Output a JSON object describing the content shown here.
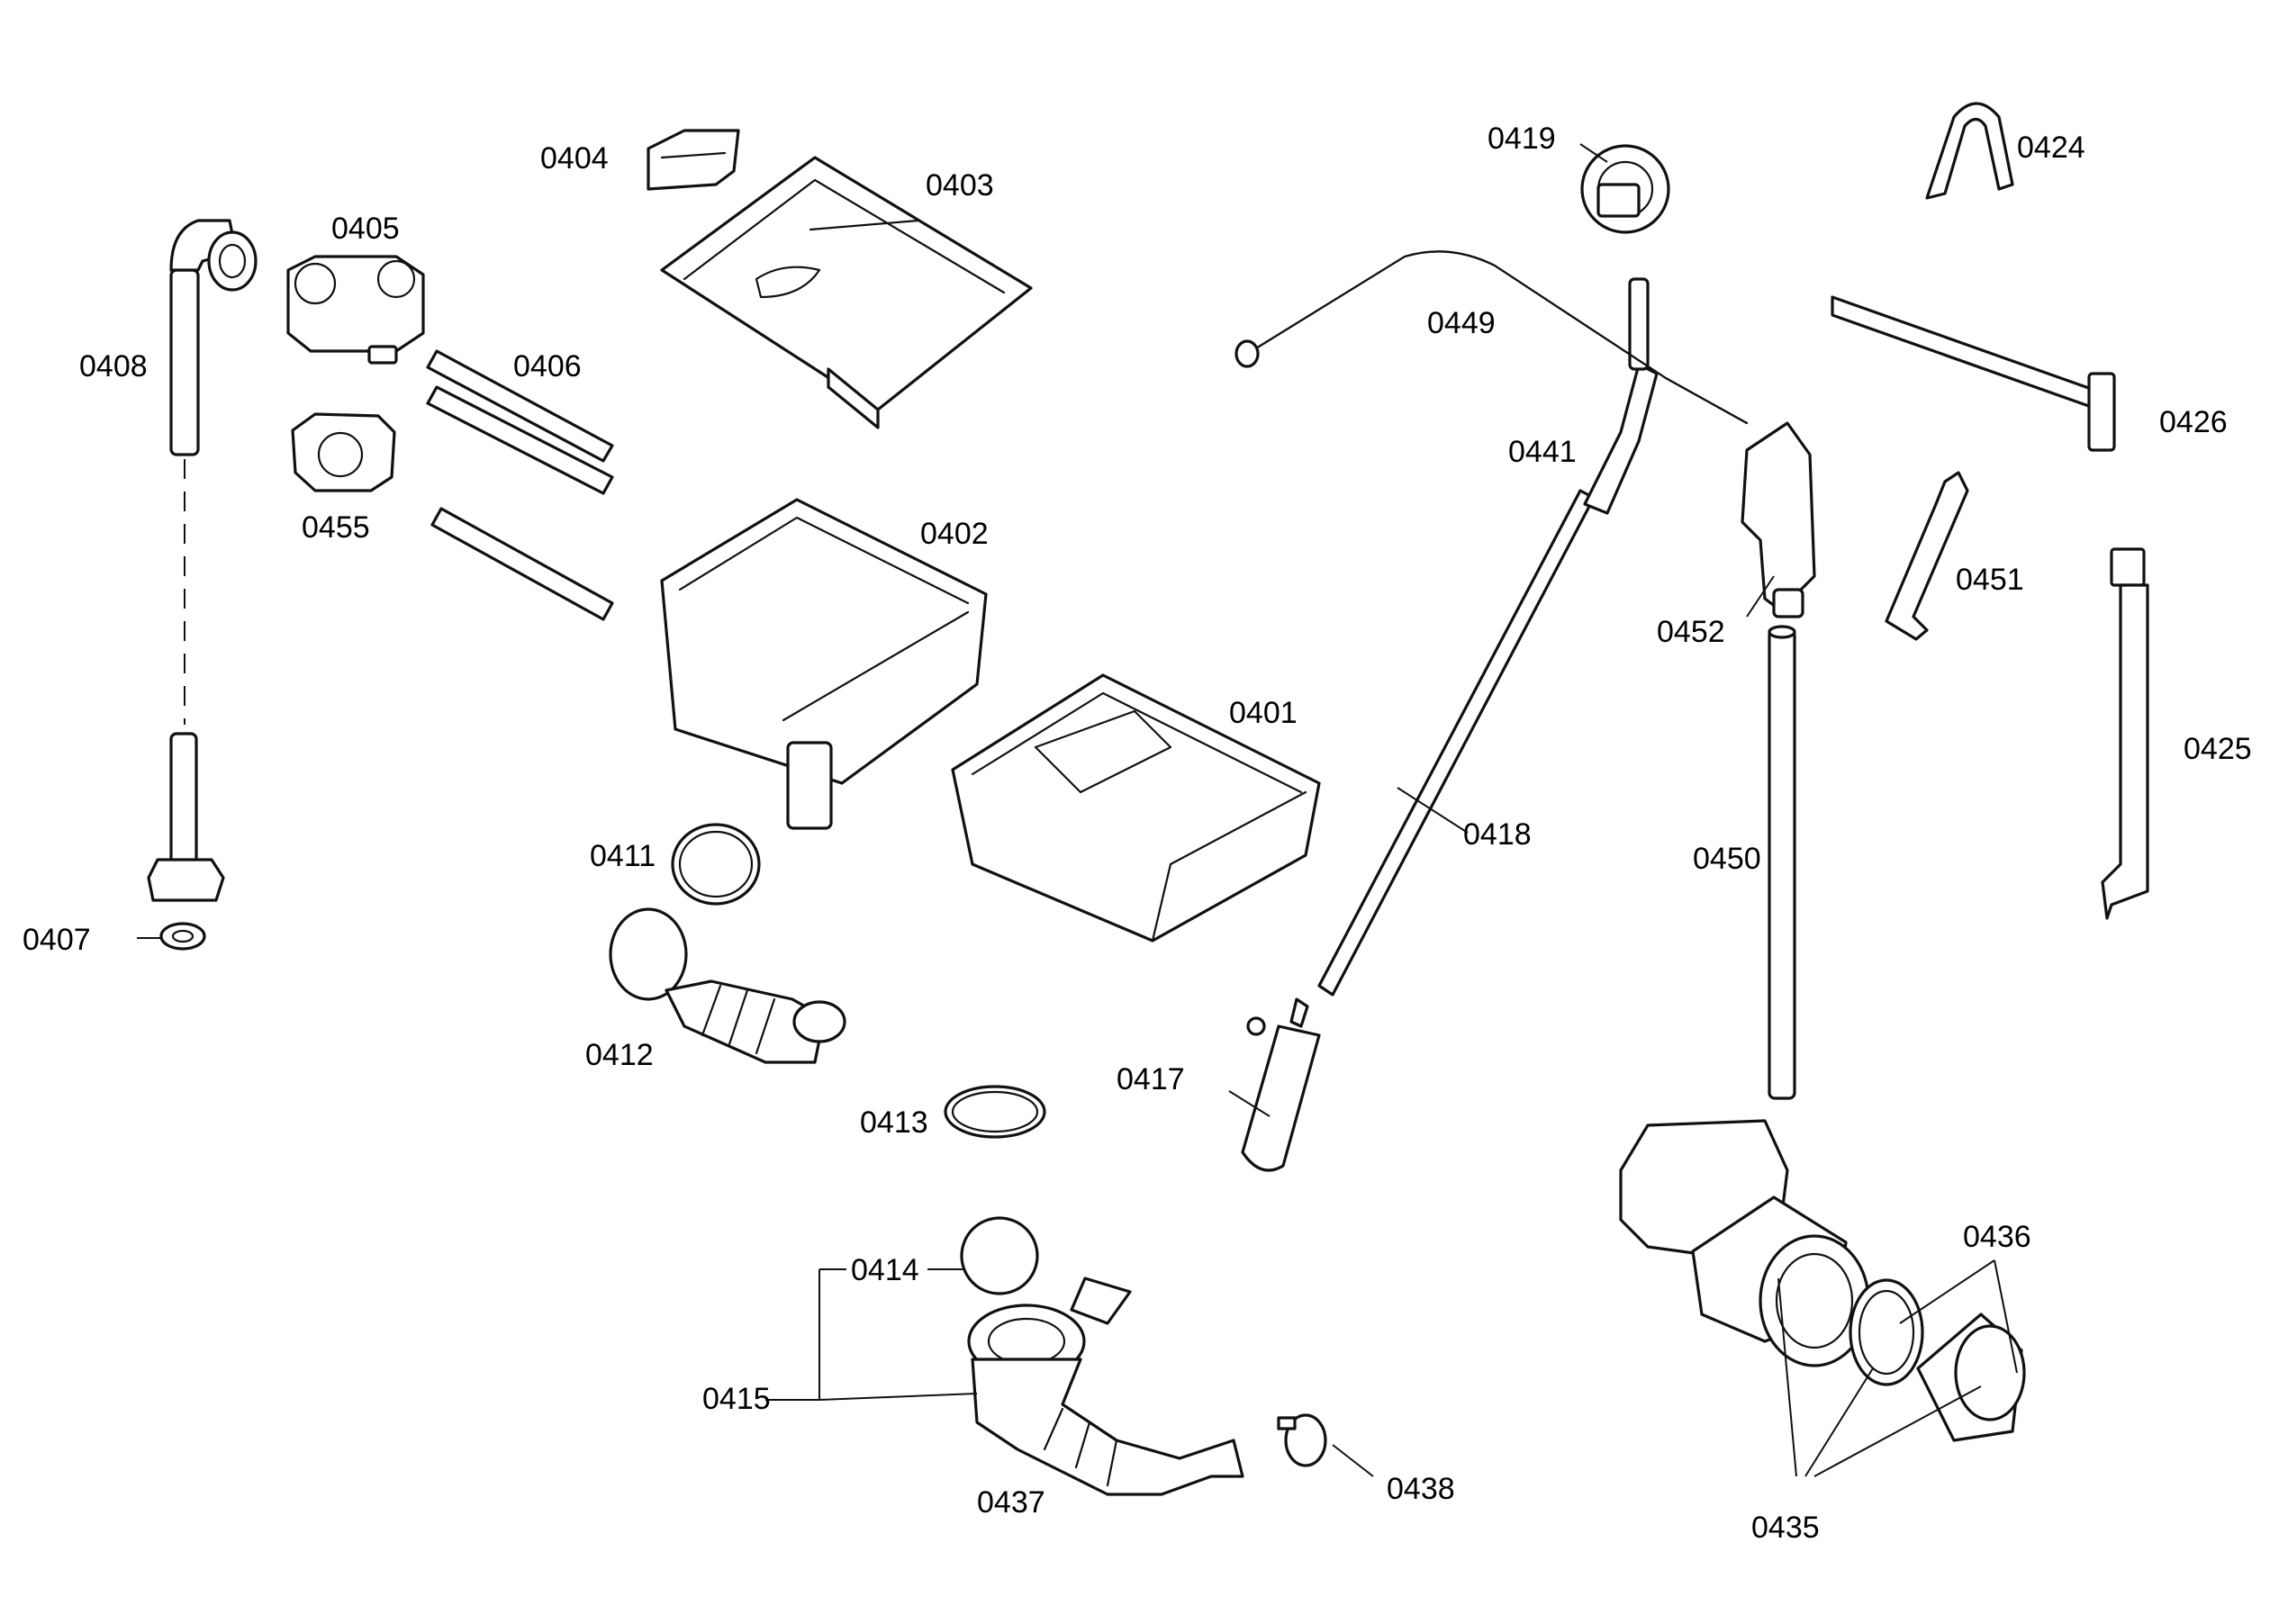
{
  "diagram": {
    "labels": {
      "p0401": "0401",
      "p0402": "0402",
      "p0403": "0403",
      "p0404": "0404",
      "p0405": "0405",
      "p0406": "0406",
      "p0407": "0407",
      "p0408": "0408",
      "p0411": "0411",
      "p0412": "0412",
      "p0413": "0413",
      "p0414": "0414",
      "p0415": "0415",
      "p0417": "0417",
      "p0418": "0418",
      "p0419": "0419",
      "p0424": "0424",
      "p0425": "0425",
      "p0426": "0426",
      "p0435": "0435",
      "p0436": "0436",
      "p0437": "0437",
      "p0438": "0438",
      "p0441": "0441",
      "p0449": "0449",
      "p0450": "0450",
      "p0451": "0451",
      "p0452": "0452",
      "p0455": "0455"
    },
    "colors": {
      "line": "#111111",
      "background": "#ffffff"
    }
  }
}
